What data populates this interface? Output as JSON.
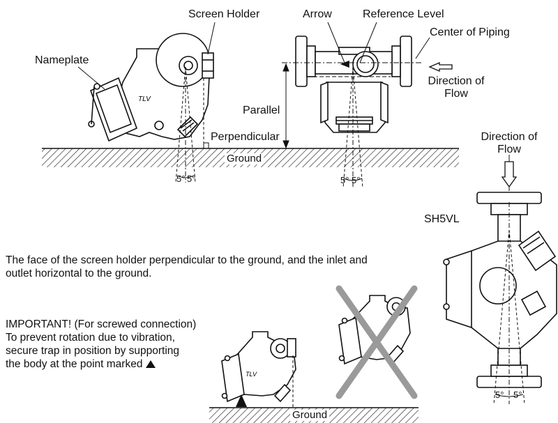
{
  "labels": {
    "screen_holder": "Screen Holder",
    "arrow": "Arrow",
    "reference_level": "Reference Level",
    "center_of_piping": "Center of Piping",
    "nameplate": "Nameplate",
    "direction_of_flow_line1": "Direction of",
    "direction_of_flow_line2": "Flow",
    "parallel": "Parallel",
    "perpendicular": "Perpendicular",
    "ground": "Ground",
    "angle_5": "5°",
    "model": "SH5VL",
    "brand": "TLV"
  },
  "notes": {
    "orientation": "The face of the screen holder perpendicular to the ground, and the inlet and outlet horizontal to the ground.",
    "important_line1": "IMPORTANT! (For screwed connection)",
    "important_line2": "To prevent rotation due to vibration,",
    "important_line3": "secure trap in position by supporting",
    "important_line4": "the body at the point marked"
  },
  "icons": {
    "support_mark": "triangle-up-icon",
    "wrong_mark": "cross-x-icon",
    "flow_arrow": "arrow-left-icon",
    "flow_arrow_down": "arrow-down-icon"
  }
}
